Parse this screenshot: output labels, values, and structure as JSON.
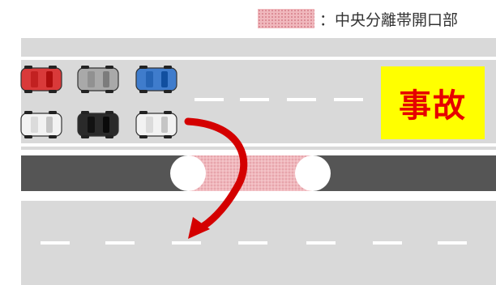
{
  "legend": {
    "label": "：中央分離帯開口部",
    "swatch_color": "#f0b8bd"
  },
  "accident_sign": {
    "text": "事故",
    "background": "#ffff00",
    "text_color": "#e60000"
  },
  "colors": {
    "road": "#d9d9d9",
    "median": "#555555",
    "lane_marking": "#ffffff",
    "arrow": "#d40000"
  },
  "vehicles": {
    "upper_lane": [
      {
        "color": "#d93a3a",
        "color_name": "red"
      },
      {
        "color": "#a9a9a9",
        "color_name": "gray"
      },
      {
        "color": "#3f7ccc",
        "color_name": "blue"
      }
    ],
    "lower_lane": [
      {
        "color": "#f2f2f2",
        "color_name": "white"
      },
      {
        "color": "#2a2a2a",
        "color_name": "black"
      },
      {
        "color": "#f2f2f2",
        "color_name": "white"
      }
    ]
  },
  "arrow_icon": "u-turn-arrow-icon"
}
